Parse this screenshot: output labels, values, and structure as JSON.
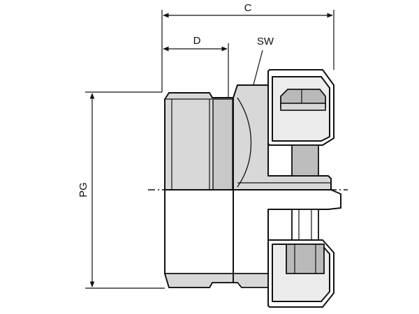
{
  "labels": {
    "c": "C",
    "d": "D",
    "sw": "SW",
    "pg": "PG"
  },
  "colors": {
    "line": "#111111",
    "fill_light": "#ececec",
    "fill_mid": "#d8d8d8",
    "fill_dark": "#b9b9b9"
  }
}
